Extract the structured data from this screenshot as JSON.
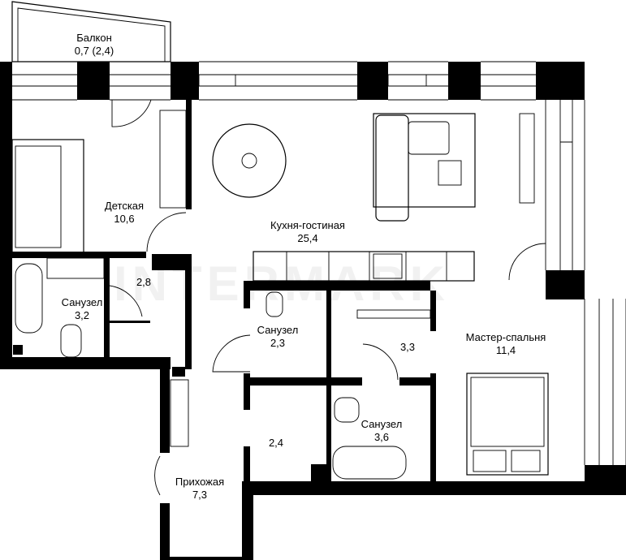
{
  "plan": {
    "watermark": "INTERMARK",
    "colors": {
      "wall": "#000000",
      "background": "#ffffff"
    },
    "rooms": [
      {
        "name": "Балкон",
        "area": "0,7 (2,4)"
      },
      {
        "name": "Детская",
        "area": "10,6"
      },
      {
        "name": "Кухня-гостиная",
        "area": "25,4"
      },
      {
        "name": "",
        "area": "2,8"
      },
      {
        "name": "Санузел",
        "area": "3,2"
      },
      {
        "name": "Санузел",
        "area": "2,3"
      },
      {
        "name": "",
        "area": "3,3"
      },
      {
        "name": "Мастер-спальня",
        "area": "11,4"
      },
      {
        "name": "",
        "area": "2,4"
      },
      {
        "name": "Санузел",
        "area": "3,6"
      },
      {
        "name": "Прихожая",
        "area": "7,3"
      }
    ]
  }
}
